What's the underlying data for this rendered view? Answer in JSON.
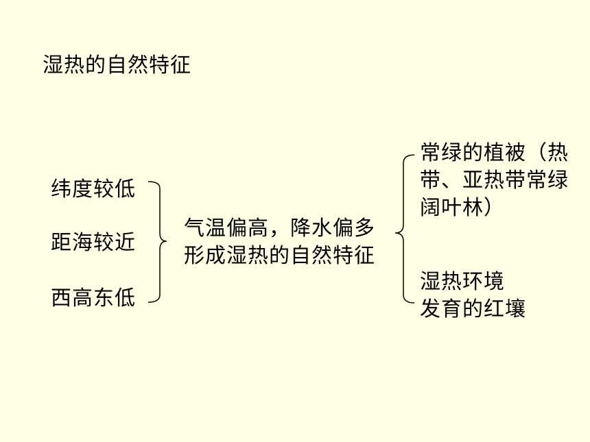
{
  "title": "湿热的自然特征",
  "causes": [
    "纬度较低",
    "距海较近",
    "西高东低"
  ],
  "middle": {
    "line1": "气温偏高，降水偏多",
    "line2": "形成湿热的自然特征"
  },
  "results": {
    "vegetation": [
      "常绿的植被（热",
      "带、亚热带常绿",
      "阔叶林）"
    ],
    "soil": [
      "湿热环境",
      "发育的红壤"
    ]
  },
  "colors": {
    "background": "#FFFFE5",
    "text": "#000000"
  }
}
